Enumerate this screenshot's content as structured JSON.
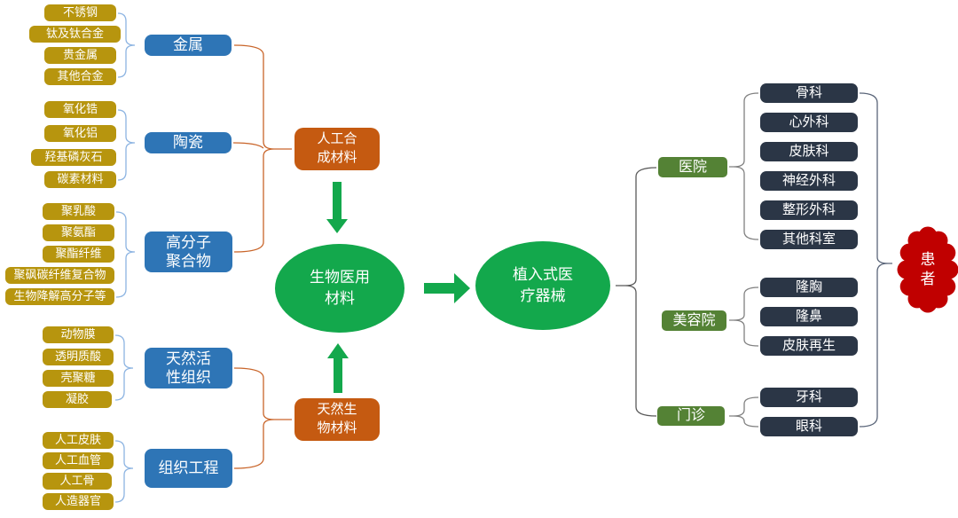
{
  "diagram": {
    "colors": {
      "leaf_gold": "#B7950E",
      "category_blue": "#2E75B6",
      "source_orange": "#C55A11",
      "core_green": "#13A84C",
      "venue_green": "#548235",
      "department_navy": "#2B3646",
      "patient_red": "#C00000",
      "brace_light_blue": "#8DB4E2",
      "brace_orange": "#C9652A",
      "brace_dark_gray": "#595959",
      "brace_gray": "#808080",
      "brace_navy": "#5A6579"
    },
    "left_groups": [
      {
        "category": "金属",
        "items": [
          "不锈钢",
          "钛及钛合金",
          "贵金属",
          "其他合金"
        ]
      },
      {
        "category": "陶瓷",
        "items": [
          "氧化锆",
          "氧化铝",
          "羟基磷灰石",
          "碳素材料"
        ]
      },
      {
        "category": "高分子\n聚合物",
        "items": [
          "聚乳酸",
          "聚氨酯",
          "聚酯纤维",
          "聚砜碳纤维复合物",
          "生物降解高分子等"
        ]
      },
      {
        "category": "天然活\n性组织",
        "items": [
          "动物膜",
          "透明质酸",
          "壳聚糖",
          "凝胶"
        ]
      },
      {
        "category": "组织工程",
        "items": [
          "人工皮肤",
          "人工血管",
          "人工骨",
          "人造器官"
        ]
      }
    ],
    "sources": {
      "synthetic": "人工合\n成材料",
      "natural": "天然生\n物材料"
    },
    "core": {
      "materials": "生物医用\n材料",
      "devices": "植入式医\n疗器械"
    },
    "venues": [
      {
        "name": "医院",
        "items": [
          "骨科",
          "心外科",
          "皮肤科",
          "神经外科",
          "整形外科",
          "其他科室"
        ]
      },
      {
        "name": "美容院",
        "items": [
          "隆胸",
          "隆鼻",
          "皮肤再生"
        ]
      },
      {
        "name": "门诊",
        "items": [
          "牙科",
          "眼科"
        ]
      }
    ],
    "patient": "患者"
  }
}
